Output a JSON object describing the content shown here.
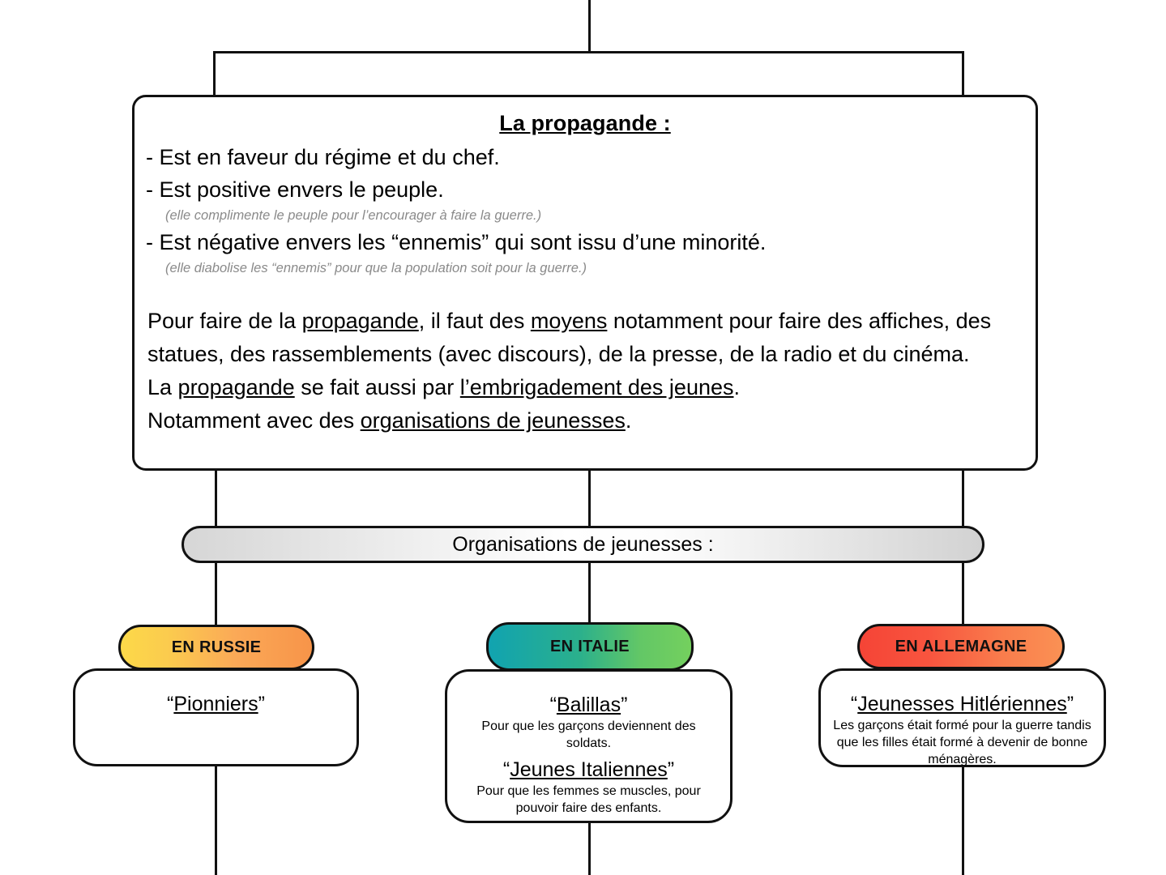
{
  "diagram": {
    "main": {
      "title": "La propagande :",
      "bullets": [
        {
          "text": "- Est en faveur du régime et du chef.",
          "note": null
        },
        {
          "text": "- Est positive envers le peuple.",
          "note": "(elle complimente le peuple pour l’encourager à faire la guerre.)"
        },
        {
          "text": "- Est négative envers les “ennemis” qui sont issu d’une minorité.",
          "note": "(elle diabolise les “ennemis” pour que la population soit pour la guerre.)"
        }
      ],
      "paragraph": {
        "line1_pre": "Pour faire de la ",
        "line1_u1": "propagande",
        "line1_mid": ", il faut des ",
        "line1_u2": "moyens",
        "line1_post": " notamment pour faire des affiches, des statues, des rassemblements (avec discours), de la presse, de la radio et du cinéma.",
        "line2_pre": "La ",
        "line2_u1": "propagande",
        "line2_mid": " se fait aussi par ",
        "line2_u2": "l’embrigadement des jeunes",
        "line2_post": ".",
        "line3_pre": "Notamment avec des ",
        "line3_u1": "organisations de jeunesses",
        "line3_post": "."
      }
    },
    "banner": {
      "label": "Organisations de jeunesses :"
    },
    "countries": [
      {
        "key": "russie",
        "badge_label": "EN RUSSIE",
        "badge_gradient_from": "#fcd949",
        "badge_gradient_to": "#f79449",
        "organisations": [
          {
            "name": "“Pionniers”",
            "name_quote_open": "“",
            "name_underlined": "Pionniers",
            "name_quote_close": "”",
            "description": ""
          }
        ]
      },
      {
        "key": "italie",
        "badge_label": "EN ITALIE",
        "badge_gradient_from": "#11a3b0",
        "badge_gradient_to": "#74d05e",
        "organisations": [
          {
            "name": "“Balillas”",
            "name_quote_open": "“",
            "name_underlined": "Balillas",
            "name_quote_close": "”",
            "description": "Pour que les garçons deviennent des soldats."
          },
          {
            "name": "“Jeunes Italiennes”",
            "name_quote_open": "“",
            "name_underlined": "Jeunes Italiennes",
            "name_quote_close": "”",
            "description": "Pour que les femmes se muscles, pour pouvoir faire des enfants."
          }
        ]
      },
      {
        "key": "allemagne",
        "badge_label": "EN ALLEMAGNE",
        "badge_gradient_from": "#f54436",
        "badge_gradient_to": "#fa9154",
        "organisations": [
          {
            "name": "“Jeunesses Hitlériennes”",
            "name_quote_open": "“",
            "name_underlined": "Jeunesses Hitlériennes",
            "name_quote_close": "”",
            "description": "Les garçons était formé pour la guerre tandis que les filles était formé à devenir de bonne ménagères."
          }
        ]
      }
    ]
  }
}
